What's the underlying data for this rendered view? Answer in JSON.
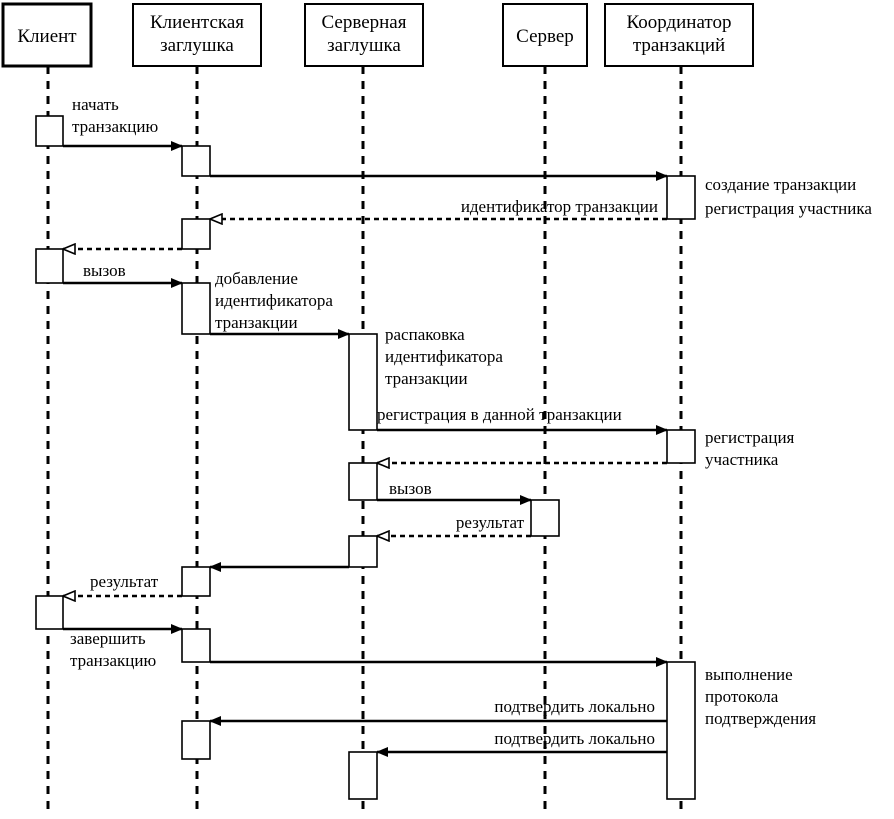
{
  "participants": [
    {
      "id": "client",
      "line1": "Клиент",
      "line2": ""
    },
    {
      "id": "cstub",
      "line1": "Клиентская",
      "line2": "заглушка"
    },
    {
      "id": "sstub",
      "line1": "Серверная",
      "line2": "заглушка"
    },
    {
      "id": "server",
      "line1": "Сервер",
      "line2": ""
    },
    {
      "id": "coord",
      "line1": "Координатор",
      "line2": "транзакций"
    }
  ],
  "messages": {
    "begin_l1": "начать",
    "begin_l2": "транзакцию",
    "txid": "идентификатор транзакции",
    "call1": "вызов",
    "register_in_tx": "регистрация в данной транзакции",
    "call2": "вызов",
    "result1": "результат",
    "result2": "результат",
    "commit_l1": "завершить",
    "commit_l2": "транзакцию",
    "confirm1": "подтвердить локально",
    "confirm2": "подтвердить локально"
  },
  "notes": {
    "create_tx": "создание транзакции",
    "reg_participant": "регистрация участника",
    "add_id_l1": "добавление",
    "add_id_l2": "идентификатора",
    "add_id_l3": "транзакции",
    "unpack_l1": "распаковка",
    "unpack_l2": "идентификатора",
    "unpack_l3": "транзакции",
    "reg2_l1": "регистрация",
    "reg2_l2": "участника",
    "protocol_l1": "выполнение",
    "protocol_l2": "протокола",
    "protocol_l3": "подтверждения"
  }
}
